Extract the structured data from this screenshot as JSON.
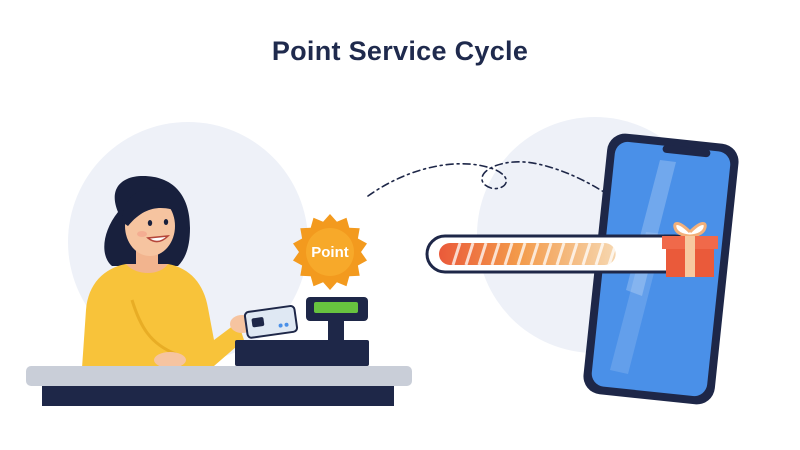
{
  "title": "Point Service Cycle",
  "badge": {
    "label": "Point"
  },
  "progress": {
    "fill_fraction": 0.73
  },
  "colors": {
    "title": "#1f2a4d",
    "badge": "#f39a1e",
    "sweater": "#f8c33a",
    "hair": "#18203d",
    "counter_top": "#c9ced8",
    "counter_base": "#1e2748",
    "phone_screen": "#4a90e8",
    "phone_frame": "#1e2748",
    "gift": "#ea5a3a",
    "ribbon": "#f7c9a0",
    "terminal_screen": "#67c33f"
  },
  "icons": [
    "woman-cashier-icon",
    "card-reader-icon",
    "point-badge-icon",
    "arrow-icon",
    "smartphone-icon",
    "gift-icon"
  ]
}
